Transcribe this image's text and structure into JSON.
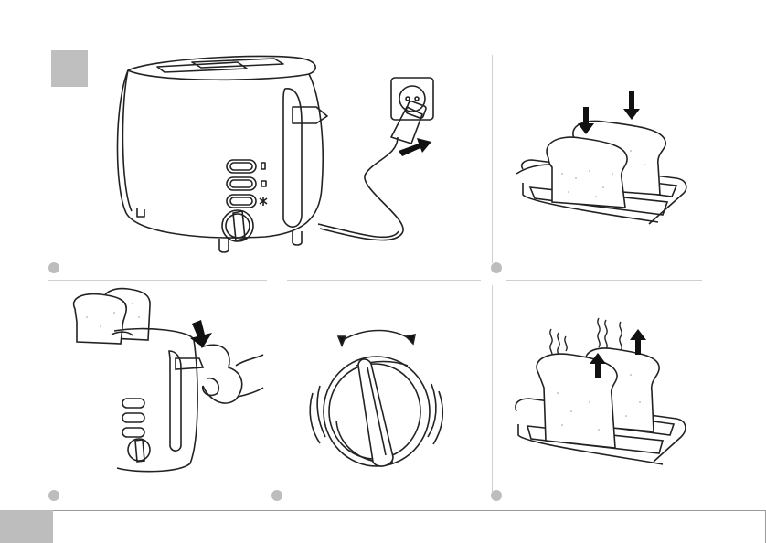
{
  "colors": {
    "line": "#222222",
    "divider": "#cfcfcf",
    "marker": "#bdbdbd",
    "arrow": "#111111",
    "bread_fill": "#ffffff"
  },
  "icons": {
    "arrow_in": "arrow-right-icon",
    "arrow_down": "arrow-down-icon",
    "arrow_up": "arrow-up-icon",
    "rotate": "rotate-arrow-icon",
    "heat": "steam-icon"
  },
  "steps": [
    {
      "id": "step-1",
      "illustration": "toaster-plugged-in"
    },
    {
      "id": "step-2",
      "illustration": "bread-inserted"
    },
    {
      "id": "step-3",
      "illustration": "lever-pressed-down"
    },
    {
      "id": "step-4",
      "illustration": "browning-dial-turned"
    },
    {
      "id": "step-5",
      "illustration": "toast-popped-up"
    }
  ]
}
